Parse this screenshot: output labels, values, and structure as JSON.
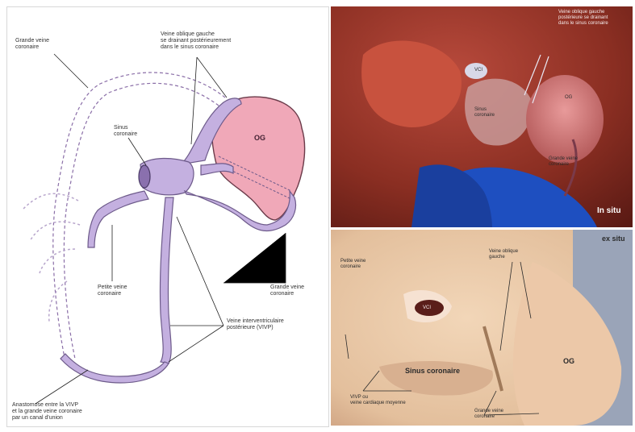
{
  "diagram": {
    "labels": {
      "grande_veine": "Grande veine\ncoronaire",
      "veine_oblique": "Veine oblique gauche\nse drainant postérieurement\ndans le sinus coronaire",
      "sinus": "Sinus\ncoronaire",
      "og": "OG",
      "petite_veine": "Petite veine\ncoronaire",
      "grande_veine_2": "Grande veine\ncoronaire",
      "vivp": "Veine interventriculaire\npostérieure (VIVP)",
      "anastomose": "Anastomose entre la VIVP\net la grande veine coronaire\npar un canal d'union"
    }
  },
  "photo_top": {
    "labels": {
      "oblique": "Veine oblique gauche\npostérieure se drainant\ndans le sinus coronaire",
      "vcs": "VCI",
      "og": "OG",
      "sinus": "Sinus\ncoronaire",
      "grande": "Grande veine\ncoronaire",
      "insitu": "In situ"
    }
  },
  "photo_bottom": {
    "labels": {
      "exsitu": "ex situ",
      "petite": "Petite veine\ncoronaire",
      "oblique": "Veine oblique\ngauche",
      "vci": "VCI",
      "sinus": "Sinus coronaire",
      "og": "OG",
      "vivp": "VIVP ou\nveine cardiaque moyenne",
      "grande": "Grande veine\ncoronaire"
    }
  },
  "colors": {
    "vein_fill": "#c4b0e0",
    "vein_stroke": "#6d5a8a",
    "atrium_fill": "#f0a8b8",
    "photo_top_bg": "#8a2e22",
    "photo_bottom_bg": "#e9c9a8",
    "blue_tube": "#1e4fc0"
  }
}
